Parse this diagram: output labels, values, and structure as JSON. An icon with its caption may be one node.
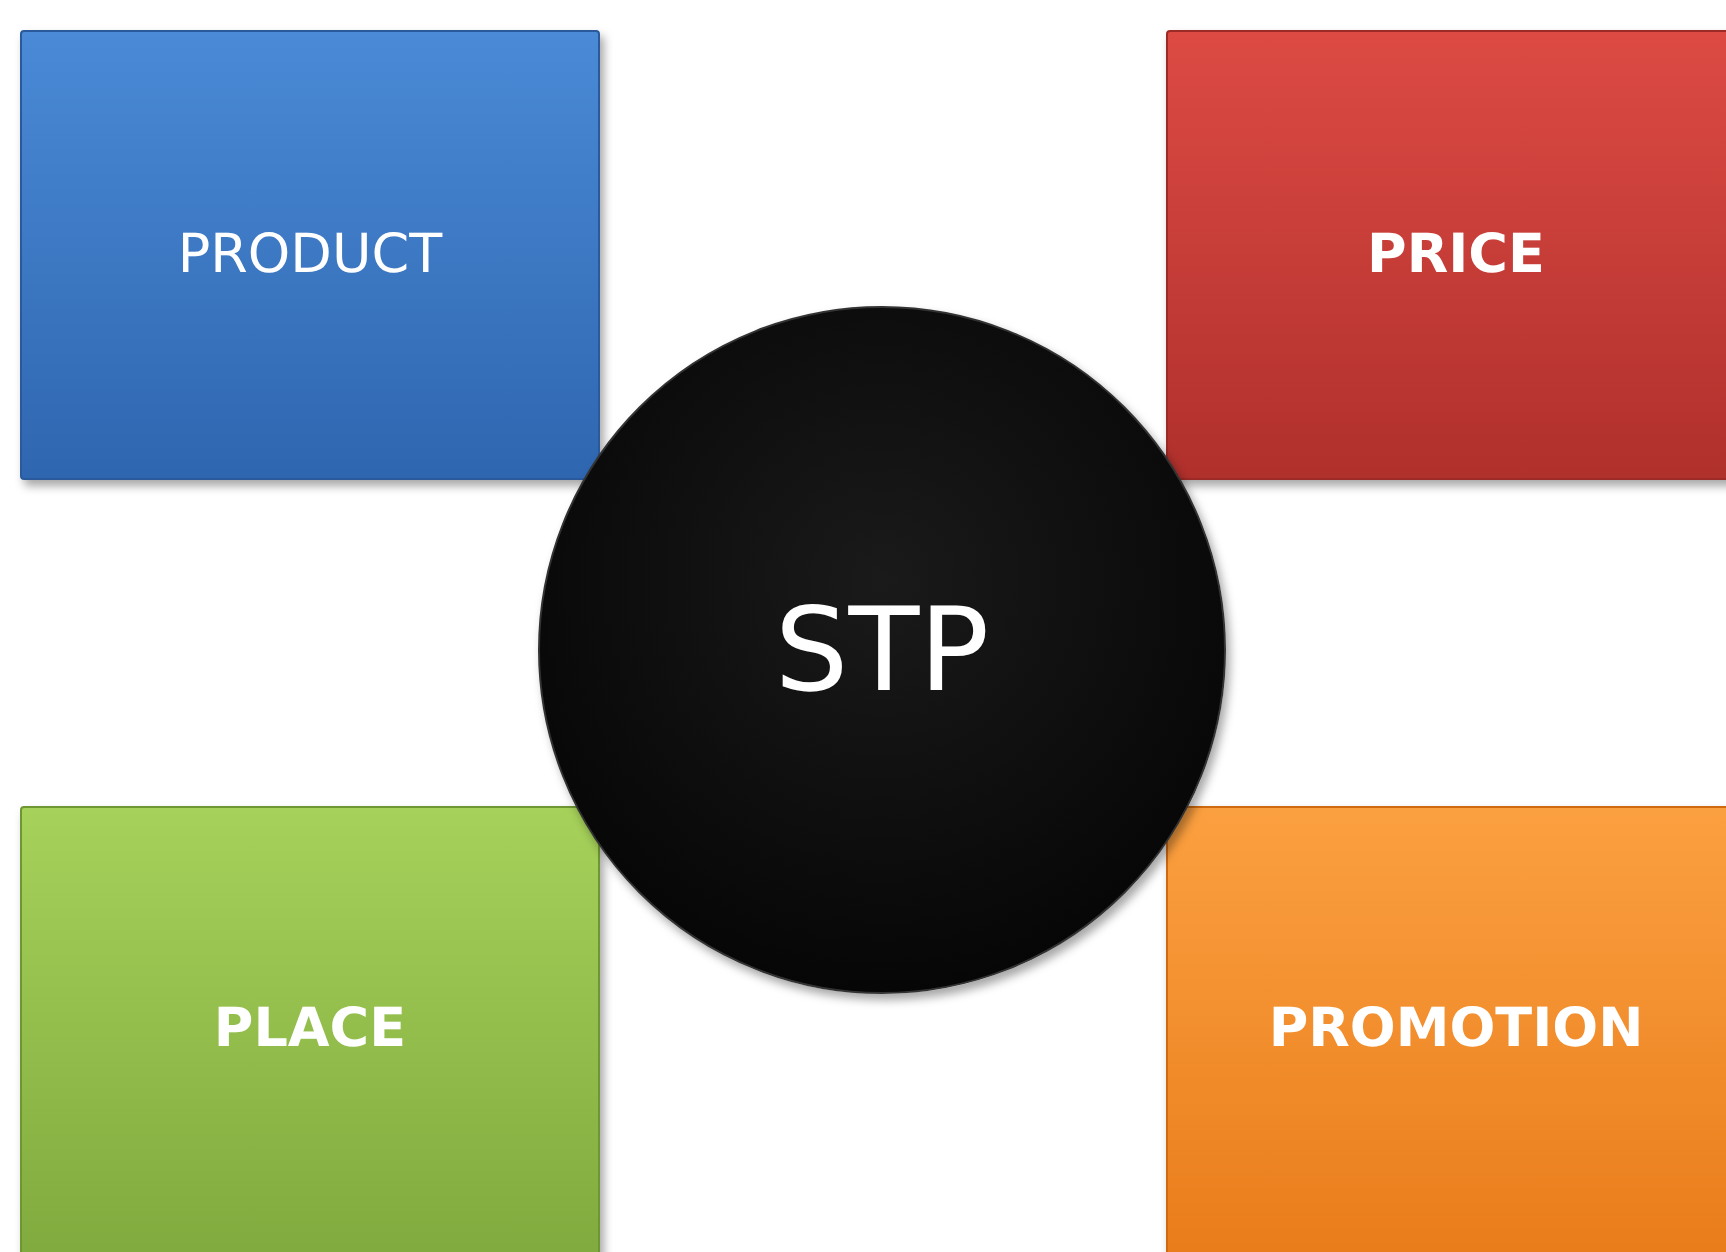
{
  "diagram": {
    "nodes": [
      {
        "text": [
          "PRODUCT"
        ]
      },
      {
        "text": [
          "PRICE"
        ]
      },
      {
        "text": [
          "STP"
        ]
      },
      {
        "text": [
          "PLACE"
        ]
      },
      {
        "text": [
          "PROMOTION"
        ]
      }
    ]
  }
}
